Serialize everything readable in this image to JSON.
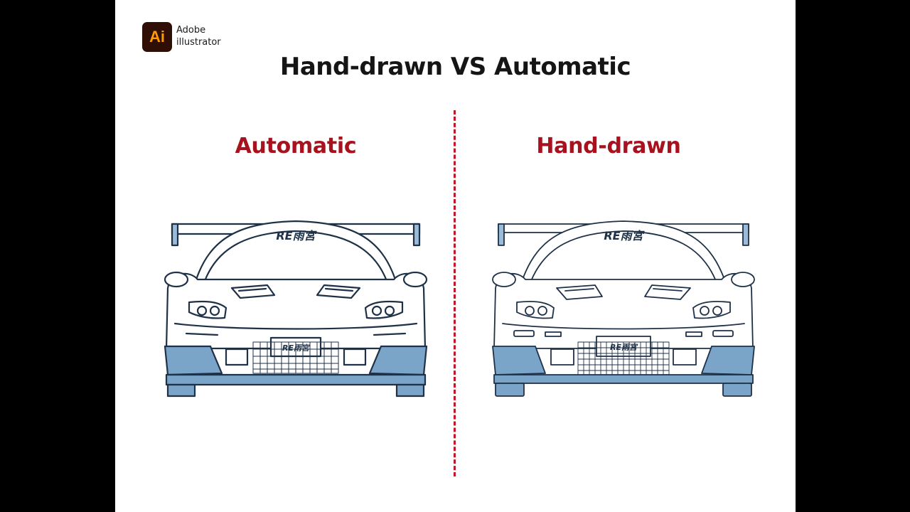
{
  "brand": {
    "logo_letters": "Ai",
    "line1": "Adobe",
    "line2": "illustrator"
  },
  "title": "Hand-drawn VS Automatic",
  "left_panel": {
    "label": "Automatic",
    "windshield_text": "RE雨宮",
    "plate_text": "RE雨宮"
  },
  "right_panel": {
    "label": "Hand-drawn",
    "windshield_text": "RE雨宮",
    "plate_text": "RE雨宮"
  },
  "colors": {
    "accent": "#a8121e",
    "line": "#1f3147",
    "fill_blue": "#7aa4c8"
  }
}
